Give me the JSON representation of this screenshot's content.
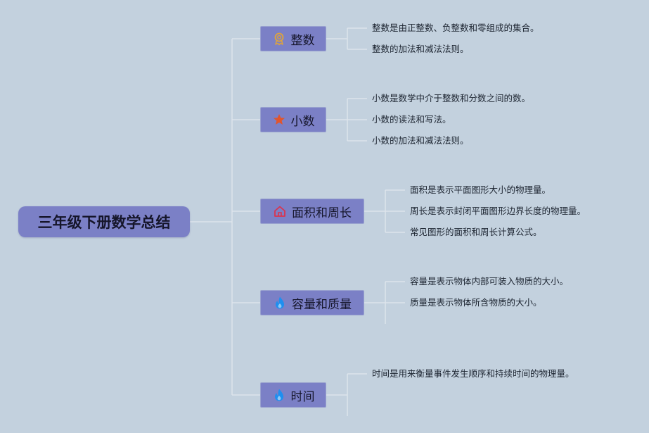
{
  "root": {
    "label": "三年级下册数学总结"
  },
  "branches": [
    {
      "label": "整数",
      "icon": "award-medal-icon",
      "leaves": [
        "整数是由正整数、负整数和零组成的集合。",
        "整数的加法和减法法则。"
      ]
    },
    {
      "label": "小数",
      "icon": "star-icon",
      "leaves": [
        "小数是数学中介于整数和分数之间的数。",
        "小数的读法和写法。",
        "小数的加法和减法法则。"
      ]
    },
    {
      "label": "面积和周长",
      "icon": "home-icon",
      "leaves": [
        "面积是表示平面图形大小的物理量。",
        "周长是表示封闭平面图形边界长度的物理量。",
        "常见图形的面积和周长计算公式。"
      ]
    },
    {
      "label": "容量和质量",
      "icon": "flame-icon",
      "leaves": [
        "容量是表示物体内部可装入物质的大小。",
        "质量是表示物体所含物质的大小。"
      ]
    },
    {
      "label": "时间",
      "icon": "flame-icon",
      "leaves": [
        "时间是用来衡量事件发生顺序和持续时间的物理量。"
      ]
    }
  ],
  "colors": {
    "background": "#c3d1de",
    "node_fill": "#7b80c6",
    "connector": "#dde4ec",
    "medal_icon": "#e0a43a",
    "star_icon": "#e1552d",
    "home_icon": "#d9344f",
    "flame_icon": "#1e8ff0"
  }
}
